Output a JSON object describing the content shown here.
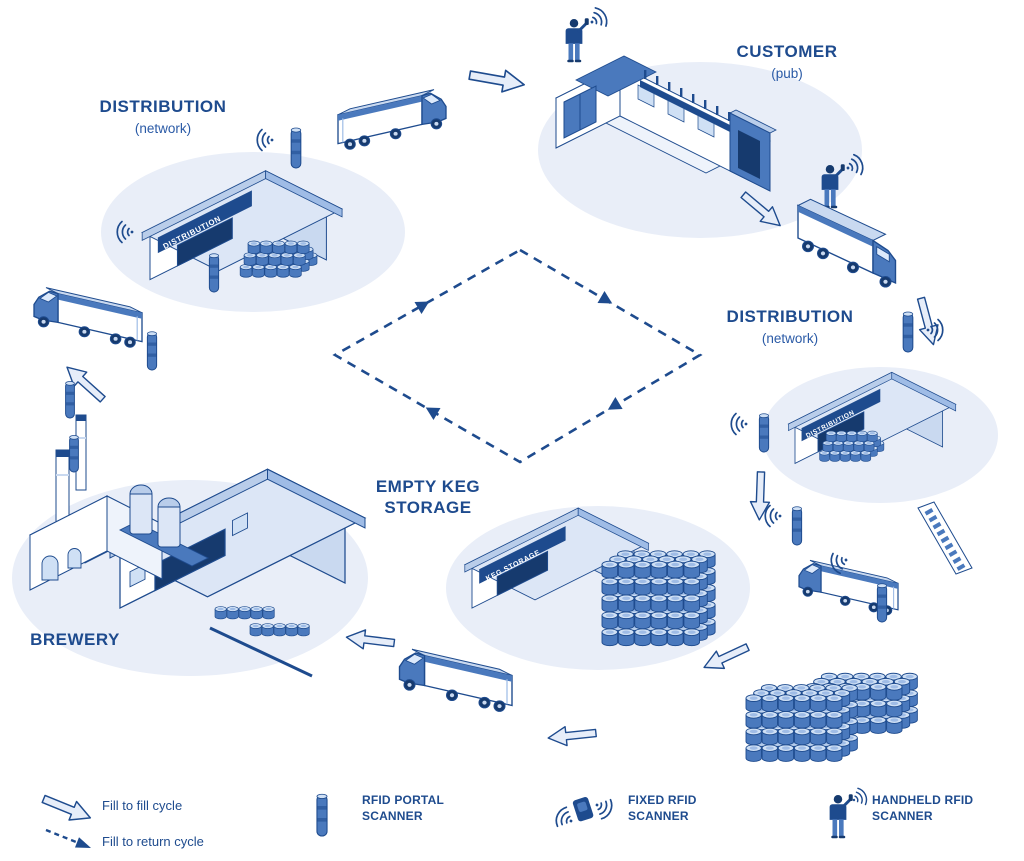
{
  "nodes": {
    "distribution_top": {
      "label": "DISTRIBUTION",
      "sublabel": "(network)",
      "sign": "DISTRIBUTION"
    },
    "customer": {
      "label": "CUSTOMER",
      "sublabel": "(pub)"
    },
    "distribution_right": {
      "label": "DISTRIBUTION",
      "sublabel": "(network)",
      "sign": "DISTRIBUTION"
    },
    "empty_keg_storage": {
      "label_line1": "EMPTY KEG",
      "label_line2": "STORAGE",
      "sign": "KEG STORAGE"
    },
    "brewery": {
      "label": "BREWERY"
    }
  },
  "legend": {
    "fill_to_fill": "Fill to fill cycle",
    "fill_to_return": "Fill to return cycle",
    "rfid_portal": {
      "line1": "RFID PORTAL",
      "line2": "SCANNER"
    },
    "fixed_rfid": {
      "line1": "FIXED RFID",
      "line2": "SCANNER"
    },
    "handheld_rfid": {
      "line1": "HANDHELD RFID",
      "line2": "SCANNER"
    }
  },
  "palette": {
    "navy": "#1e4b8e",
    "dark_navy": "#163a6e",
    "blue": "#4a79bd",
    "light_blue": "#c9d9f0",
    "pale_blue": "#e9eef8",
    "white": "#ffffff"
  }
}
